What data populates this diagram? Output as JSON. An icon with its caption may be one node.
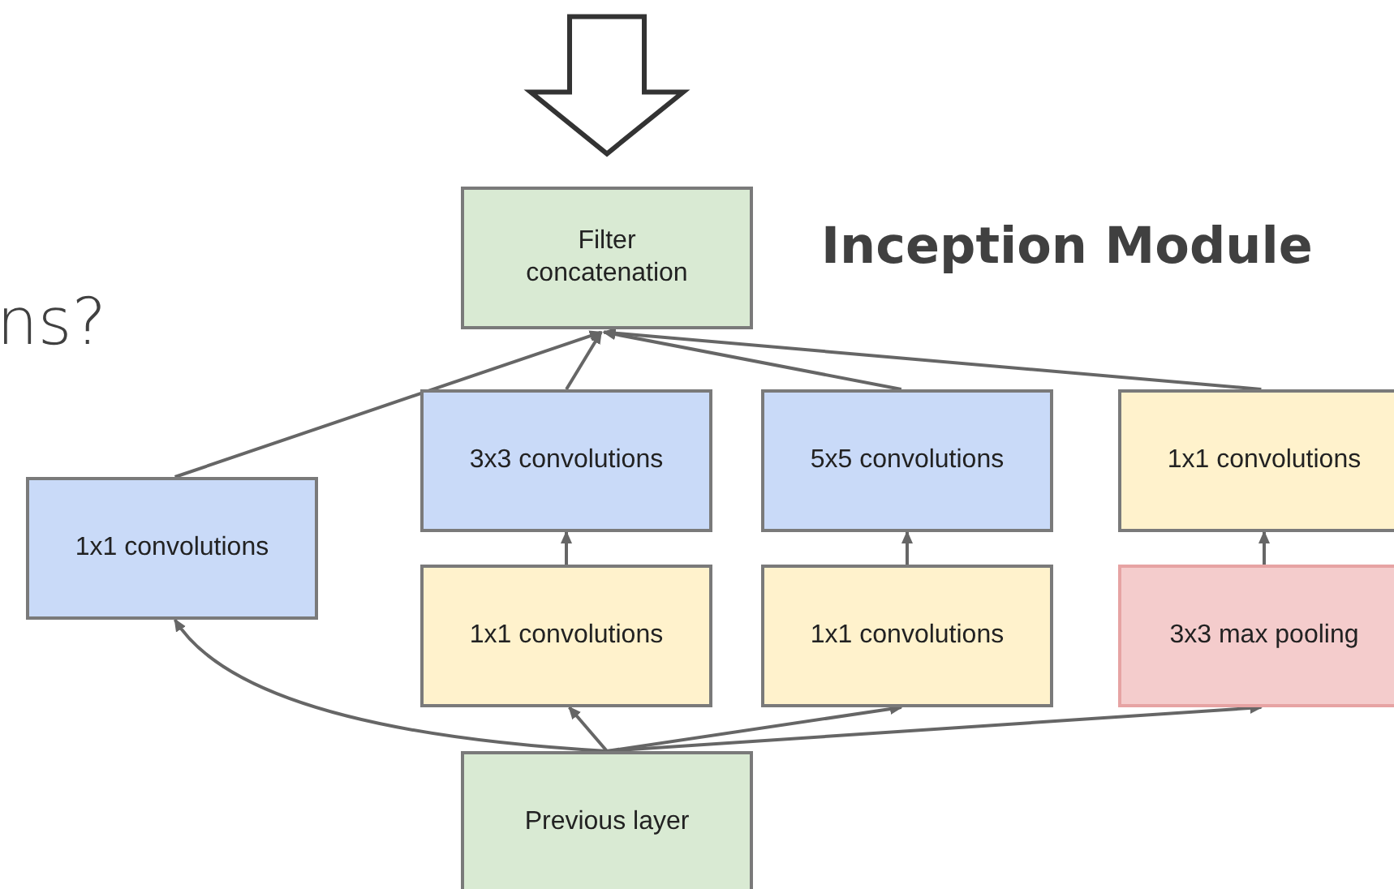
{
  "diagram": {
    "title": "Inception Module",
    "nodes": [
      {
        "text": [
          "Filter concatenation"
        ]
      },
      {
        "text": [
          "1x1 convolutions"
        ]
      },
      {
        "text": [
          "3x3 convolutions"
        ]
      },
      {
        "text": [
          "5x5 convolutions"
        ]
      },
      {
        "text": [
          "1x1 convolutions"
        ]
      },
      {
        "text": [
          "1x1 convolutions"
        ]
      },
      {
        "text": [
          "1x1 convolutions"
        ]
      },
      {
        "text": [
          "3x3 max pooling"
        ]
      },
      {
        "text": [
          "Previous layer"
        ]
      }
    ],
    "edges": [
      {
        "from": 1,
        "to": 0,
        "arrow": "to"
      },
      {
        "from": 2,
        "to": 0,
        "arrow": "to"
      },
      {
        "from": 3,
        "to": 0,
        "arrow": "to"
      },
      {
        "from": 4,
        "to": 0,
        "arrow": "to"
      },
      {
        "from": 5,
        "to": 2,
        "arrow": "to"
      },
      {
        "from": 6,
        "to": 3,
        "arrow": "to"
      },
      {
        "from": 7,
        "to": 4,
        "arrow": "to"
      },
      {
        "from": 8,
        "to": 1,
        "arrow": "to"
      },
      {
        "from": 8,
        "to": 5,
        "arrow": "to"
      },
      {
        "from": 8,
        "to": 6,
        "arrow": "to"
      },
      {
        "from": 8,
        "to": 7,
        "arrow": "to"
      },
      {
        "from": null,
        "to": 0,
        "arrow": "to",
        "style": "thick"
      }
    ],
    "labels": [
      "ns?"
    ]
  }
}
